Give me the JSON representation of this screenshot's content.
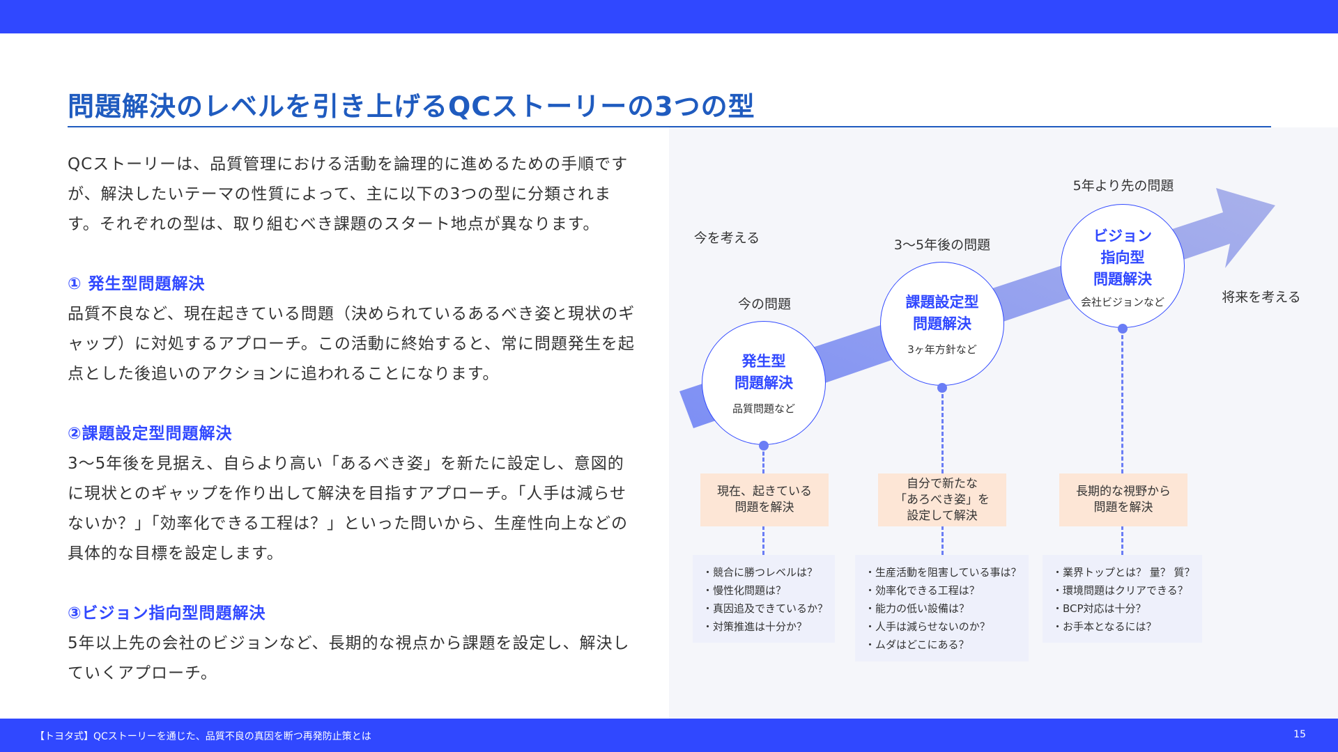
{
  "title": "問題解決のレベルを引き上げるQCストーリーの3つの型",
  "intro": "QCストーリーは、品質管理における活動を論理的に進めるための手順ですが、解決したいテーマの性質によって、主に以下の3つの型に分類されます。それぞれの型は、取り組むべき課題のスタート地点が異なります。",
  "sections": [
    {
      "heading": "① 発生型問題解決",
      "body": "品質不良など、現在起きている問題（決められているあるべき姿と現状のギャップ）に対処するアプローチ。この活動に終始すると、常に問題発生を起点とした後追いのアクションに追われることになります。"
    },
    {
      "heading": "②課題設定型問題解決",
      "body": "3～5年後を見据え、自らより高い「あるべき姿」を新たに設定し、意図的に現状とのギャップを作り出して解決を目指すアプローチ。「人手は減らせないか？」「効率化できる工程は？」といった問いから、生産性向上などの具体的な目標を設定します。"
    },
    {
      "heading": "③ビジョン指向型問題解決",
      "body": "5年以上先の会社のビジョンなど、長期的な視点から課題を設定し、解決していくアプローチ。"
    }
  ],
  "diagram": {
    "now_label": "今を考える",
    "future_label": "将来を考える",
    "types": [
      {
        "period": "今の問題",
        "name": "発生型\n問題解決",
        "example": "品質問題など",
        "approach": "現在、起きている\n問題を解決",
        "questions": [
          "・競合に勝つレベルは？",
          "・慢性化問題は？",
          "・真因追及できているか？",
          "・対策推進は十分か？"
        ]
      },
      {
        "period": "3～5年後の問題",
        "name": "課題設定型\n問題解決",
        "example": "3ヶ年方針など",
        "approach": "自分で新たな\n「あろべき姿」を\n設定して解決",
        "questions": [
          "・生産活動を阻害している事は？",
          "・効率化できる工程は？",
          "・能力の低い設備は？",
          "・人手は減らせないのか？",
          "・ムダはどこにある？"
        ]
      },
      {
        "period": "5年より先の問題",
        "name": "ビジョン\n指向型\n問題解決",
        "example": "会社ビジョンなど",
        "approach": "長期的な視野から\n問題を解決",
        "questions": [
          "・業界トップとは？ 量？ 質？",
          "・環境問題はクリアできる？",
          "・BCP対応は十分？",
          "・お手本となるには？"
        ]
      }
    ]
  },
  "footer": {
    "text": "【トヨタ式】QCストーリーを通じた、品質不良の真因を断つ再発防止策とは",
    "page": "15"
  },
  "colors": {
    "accent": "#3048ff",
    "title": "#1f5bbf",
    "orange": "#fde6d6",
    "panel": "#f5f6fa"
  }
}
